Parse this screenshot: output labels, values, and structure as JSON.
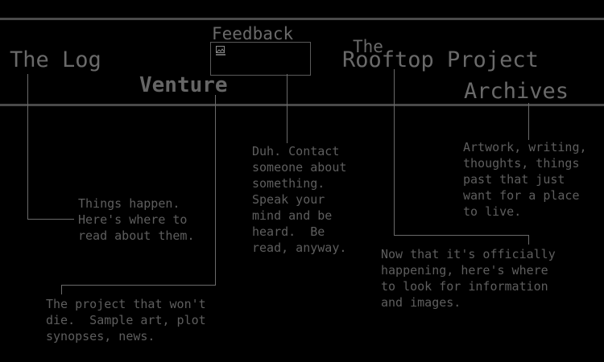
{
  "nav": {
    "log": "The Log",
    "venture": "Venture",
    "feedback": "Feedback",
    "rooftop_the": "The",
    "rooftop": "Rooftop Project",
    "archives": "Archives"
  },
  "descriptions": {
    "log": "Things happen.\nHere's where to\nread about them.",
    "venture": "The project that won't\ndie.  Sample art, plot\nsynopses, news.",
    "feedback": "Duh. Contact\nsomeone about\nsomething.\nSpeak your\nmind and be\nheard.  Be\nread, anyway.",
    "rooftop": "Now that it's officially\nhappening, here's where\nto look for information\nand images.",
    "archives": "Artwork, writing,\nthoughts, things\npast that just\nwant for a place\nto live."
  },
  "feedback_image": {
    "icon": "broken-image-icon"
  },
  "colors": {
    "background": "#000000",
    "text": "#6a6a6a",
    "rule": "#4a4a4a"
  }
}
